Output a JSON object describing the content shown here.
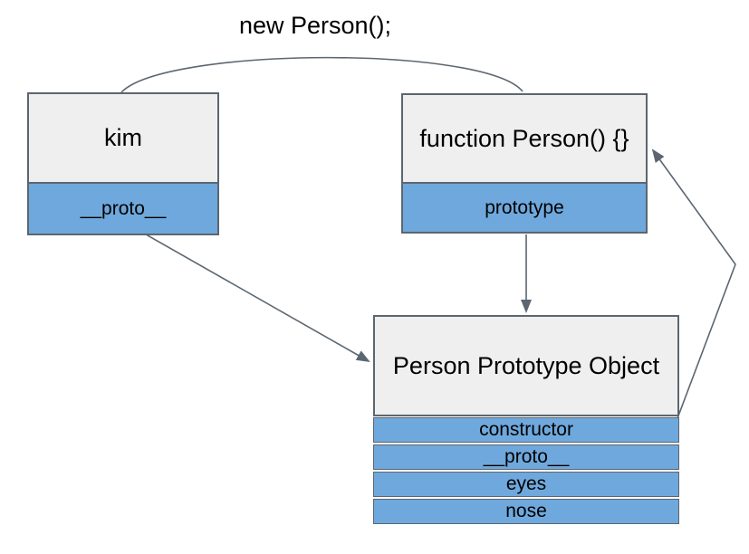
{
  "diagram": {
    "title": "new Person();",
    "boxes": {
      "kim": {
        "title": "kim",
        "slot": "__proto__"
      },
      "person_function": {
        "title": "function Person() {}",
        "slot": "prototype"
      },
      "person_prototype": {
        "title": "Person Prototype Object",
        "slots": [
          "constructor",
          "__proto__",
          "eyes",
          "nose"
        ]
      }
    },
    "connections": [
      {
        "name": "new-person-arc",
        "from": "kim",
        "to": "function Person() {}",
        "label": "new Person();",
        "style": "arc-no-arrowhead"
      },
      {
        "name": "proto-link",
        "from": "kim.__proto__",
        "to": "Person Prototype Object",
        "style": "straight-arrow"
      },
      {
        "name": "prototype-link",
        "from": "function Person().prototype",
        "to": "Person Prototype Object",
        "style": "straight-arrow"
      },
      {
        "name": "constructor-link",
        "from": "Person Prototype Object.constructor",
        "to": "function Person() {}",
        "style": "bent-arrow"
      }
    ],
    "colors": {
      "header_fill": "#efefef",
      "slot_fill": "#6fa8dc",
      "border": "#5c6670",
      "arrow": "#5c6670",
      "text": "#000000",
      "background": "#ffffff"
    }
  }
}
